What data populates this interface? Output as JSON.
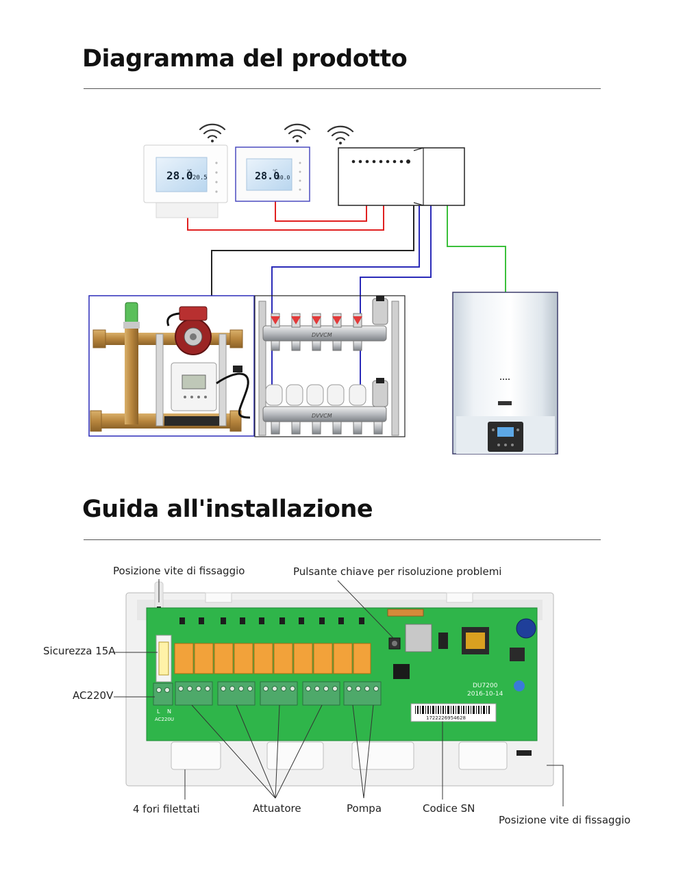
{
  "sections": {
    "product_title": "Diagramma del prodotto",
    "install_title": "Guida all'installazione"
  },
  "thermostats": {
    "t1": {
      "main_temp": "28.0",
      "unit": "°C",
      "set_temp": "20.5"
    },
    "t2": {
      "main_temp": "28.0",
      "unit": "°C",
      "set_temp": "30.0"
    }
  },
  "manifold": {
    "brand_label": "DVVCM"
  },
  "board": {
    "model": "DU7200",
    "date": "2016-10-14",
    "serial": "1722226954628",
    "ac_label": "AC220U",
    "terminal_labels": [
      "L",
      "N"
    ]
  },
  "callouts": {
    "fix_top": "Posizione vite di fissaggio",
    "key_button": "Pulsante chiave per risoluzione problemi",
    "fuse": "Sicurezza 15A",
    "ac": "AC220V",
    "holes": "4 fori filettati",
    "actuator": "Attuatore",
    "pump": "Pompa",
    "sn": "Codice SN",
    "fix_bottom": "Posizione vite di fissaggio"
  },
  "colors": {
    "wire_red": "#e02020",
    "wire_blue": "#2a2ab8",
    "wire_green": "#3ac03a",
    "wire_black": "#222222",
    "pcb_green": "#2fb54a",
    "relay_orange": "#f2a23a"
  }
}
